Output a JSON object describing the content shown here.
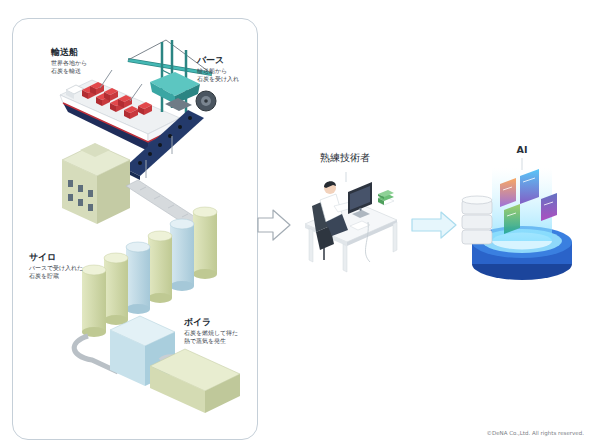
{
  "diagram": {
    "nodes": [
      {
        "text": []
      },
      {
        "text": [
          "輸送船",
          "世界各地から 石炭を輸送"
        ],
        "in": 0
      },
      {
        "text": [
          "バース",
          "輸送船から 石炭を受け入れ"
        ],
        "in": 0
      },
      {
        "text": [
          "サイロ",
          "バースで受け入れた 石炭を貯蔵"
        ],
        "in": 0
      },
      {
        "text": [
          "ボイラ",
          "石炭を燃焼して得た 熱で蒸気を発生"
        ],
        "in": 0
      },
      {
        "text": [
          "熟練技術者"
        ]
      },
      {
        "text": [
          "AI"
        ]
      }
    ],
    "edges": [
      {
        "from": 0,
        "to": 5,
        "arrow": "to"
      },
      {
        "from": 5,
        "to": 6,
        "arrow": "to"
      }
    ],
    "labels": [
      "©DeNA Co.,Ltd. All rights reserved."
    ]
  }
}
